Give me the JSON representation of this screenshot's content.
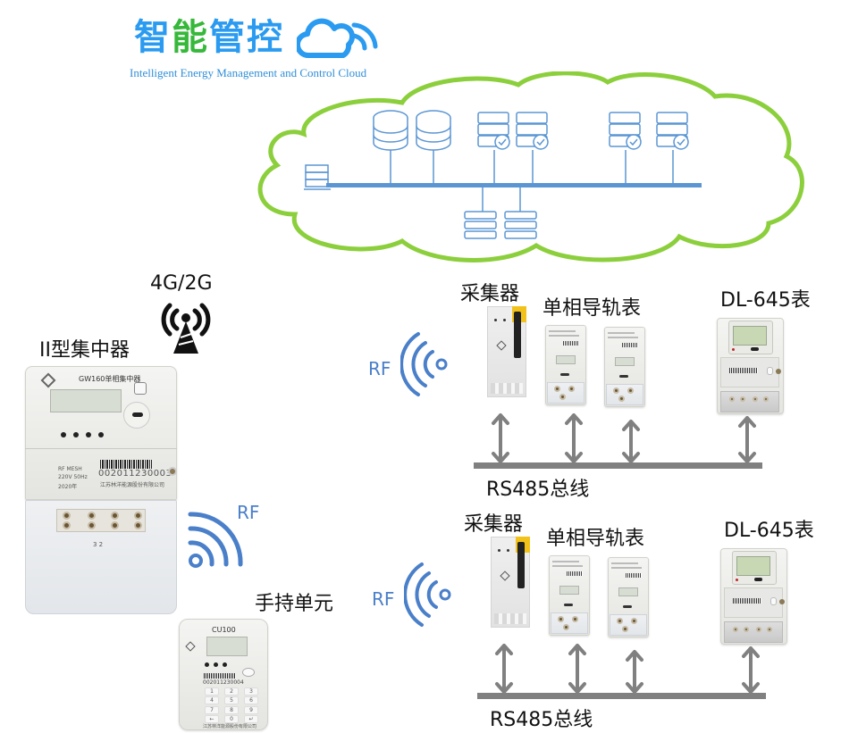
{
  "logo": {
    "title_part1": "智",
    "title_part2": "能",
    "title_part3": "管控",
    "subtitle": "Intelligent Energy Management and Control Cloud",
    "colors": {
      "blue": "#2a9bf0",
      "green": "#36b83a"
    }
  },
  "cloud": {
    "outline_color": "#8ccf3c",
    "network_color": "#5b96d3",
    "nodes": [
      {
        "type": "gateway-server"
      },
      {
        "type": "database"
      },
      {
        "type": "database"
      },
      {
        "type": "server-check"
      },
      {
        "type": "server-check"
      },
      {
        "type": "server-check"
      },
      {
        "type": "server-check"
      },
      {
        "type": "rack-server"
      },
      {
        "type": "rack-server"
      }
    ]
  },
  "concentrator": {
    "label": "II型集中器",
    "uplink_label": "4G/2G",
    "device_title": "GW160单相集中器",
    "rf_mesh": "RF MESH",
    "voltage": "220V 50Hz",
    "year": "2020年",
    "serial": "002011230003",
    "maker": "江苏林洋能源股份有限公司",
    "terminal_marks": "3 2"
  },
  "handheld": {
    "label": "手持单元",
    "rf_label": "RF",
    "device_title": "CU100",
    "serial": "002011230004",
    "maker": "江苏林洋能源股份有限公司",
    "keys": [
      "1",
      "2",
      "3",
      "4",
      "5",
      "6",
      "7",
      "8",
      "9",
      "←",
      "0",
      "↵"
    ]
  },
  "groups": [
    {
      "rf_label": "RF",
      "collector_label": "采集器",
      "rail_meter_label": "单相导轨表",
      "dl645_label": "DL-645表",
      "bus_label": "RS485总线"
    },
    {
      "rf_label": "RF",
      "collector_label": "采集器",
      "rail_meter_label": "单相导轨表",
      "dl645_label": "DL-645表",
      "bus_label": "RS485总线"
    }
  ]
}
